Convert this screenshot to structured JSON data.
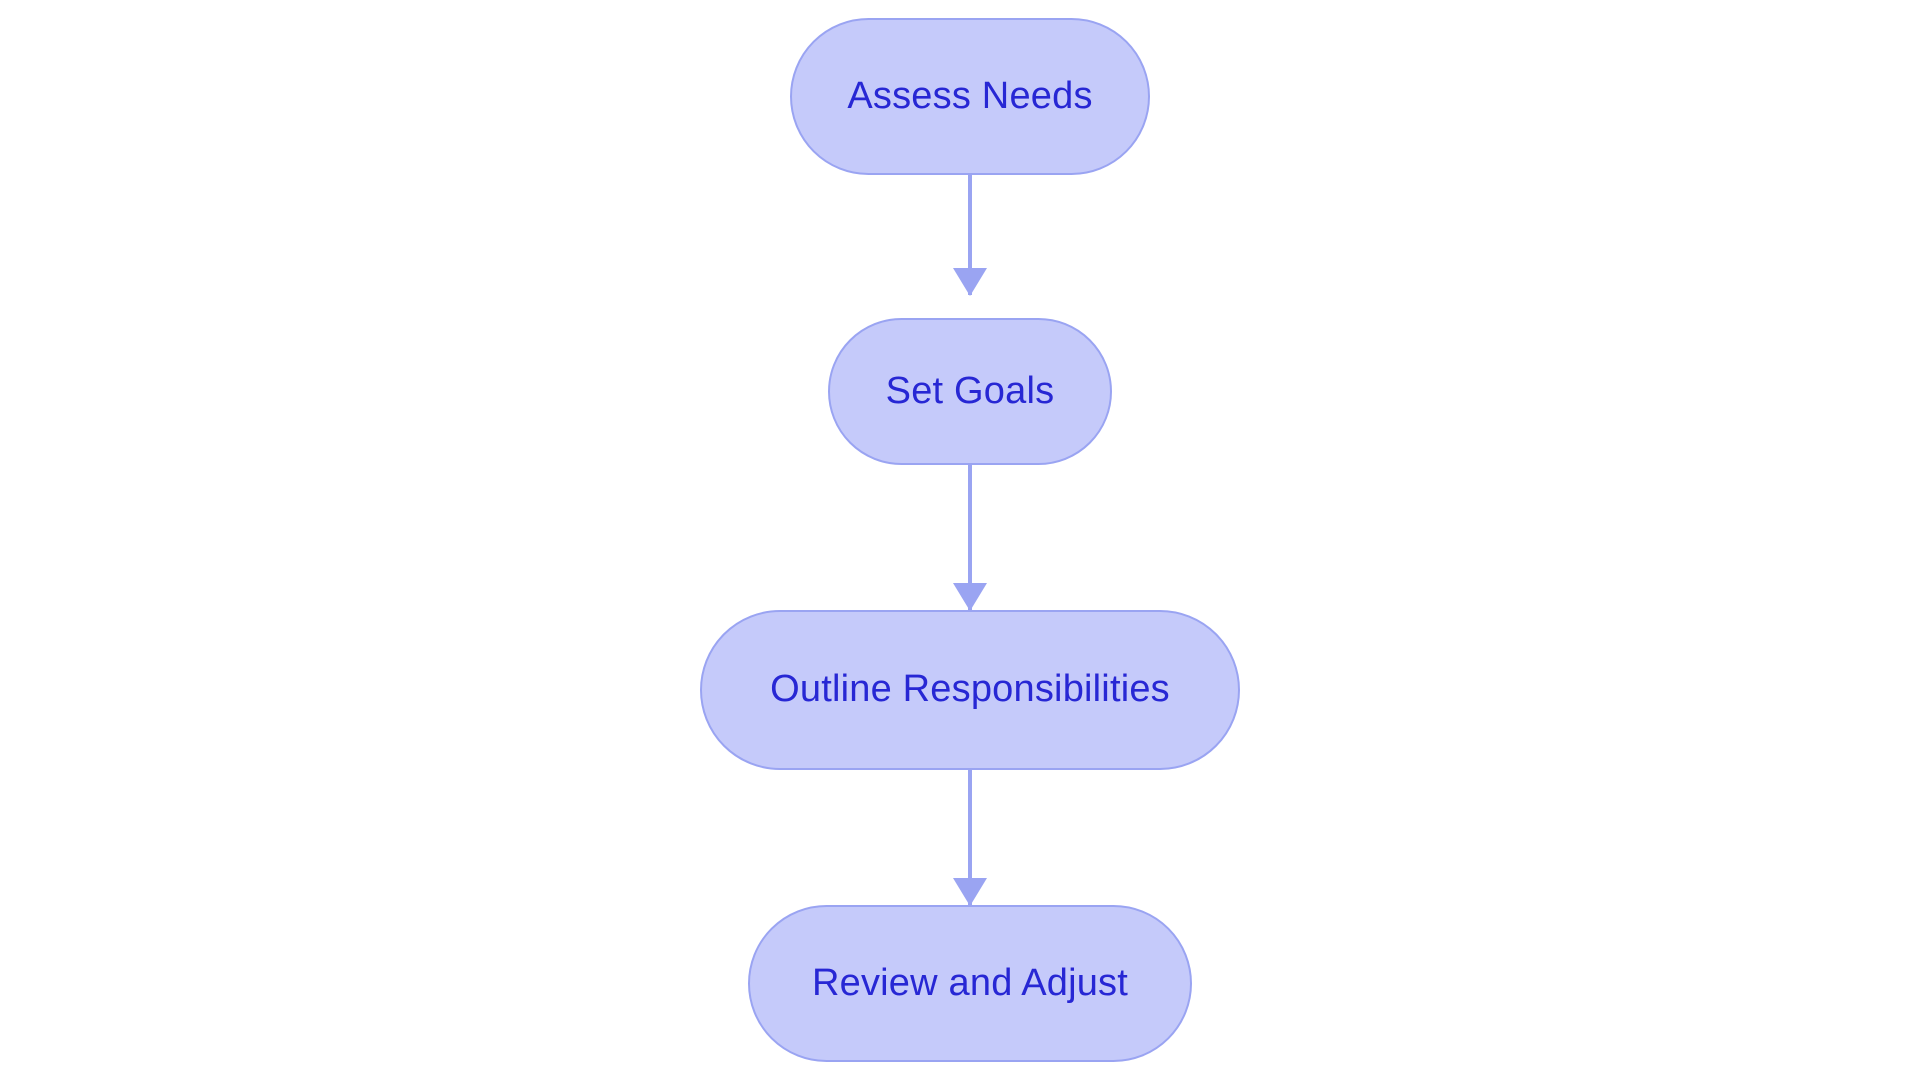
{
  "diagram": {
    "type": "flowchart",
    "orientation": "top-to-bottom",
    "background_color": "#ffffff",
    "node_fill_color": "#c5cafa",
    "node_border_color": "#9aa4f2",
    "node_text_color": "#2727d4",
    "connector_color": "#9aa4f2",
    "nodes": [
      {
        "id": "assess-needs",
        "label": "Assess Needs",
        "shape": "stadium",
        "order": 1
      },
      {
        "id": "set-goals",
        "label": "Set Goals",
        "shape": "stadium",
        "order": 2
      },
      {
        "id": "outline-responsibilities",
        "label": "Outline Responsibilities",
        "shape": "stadium",
        "order": 3
      },
      {
        "id": "review-and-adjust",
        "label": "Review and Adjust",
        "shape": "stadium",
        "order": 4
      }
    ],
    "connectors": [
      {
        "id": "connector-1",
        "from": "assess-needs",
        "to": "set-goals",
        "arrow": "down-arrow-icon"
      },
      {
        "id": "connector-2",
        "from": "set-goals",
        "to": "outline-responsibilities",
        "arrow": "down-arrow-icon"
      },
      {
        "id": "connector-3",
        "from": "outline-responsibilities",
        "to": "review-and-adjust",
        "arrow": "down-arrow-icon"
      }
    ]
  }
}
